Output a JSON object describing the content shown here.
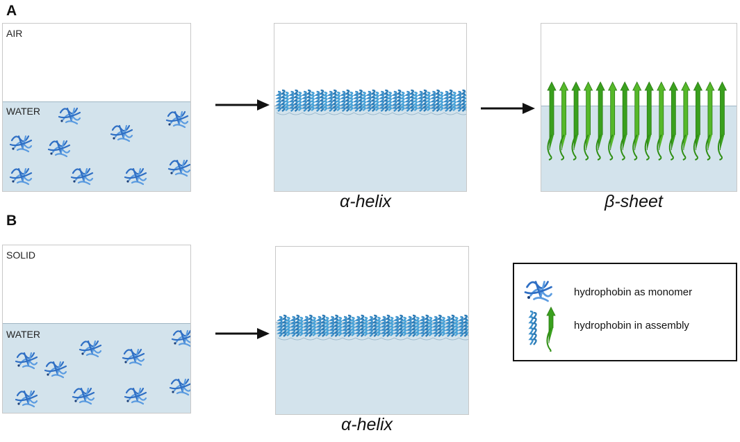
{
  "panels": {
    "a": {
      "letter": "A",
      "box1": {
        "top_label": "AIR",
        "bottom_label": "WATER"
      },
      "box2_caption": "α-helix",
      "box3_caption": "β-sheet"
    },
    "b": {
      "letter": "B",
      "box1": {
        "top_label": "SOLID",
        "bottom_label": "WATER"
      },
      "box2_caption": "α-helix"
    }
  },
  "legend": {
    "monomer_label": "hydrophobin as monomer",
    "assembly_label": "hydrophobin in assembly"
  },
  "colors": {
    "water": "#d3e3ec",
    "helix": "#3a8ec9",
    "sheet": "#3aa01e",
    "monomer": "#2f6fc4"
  }
}
